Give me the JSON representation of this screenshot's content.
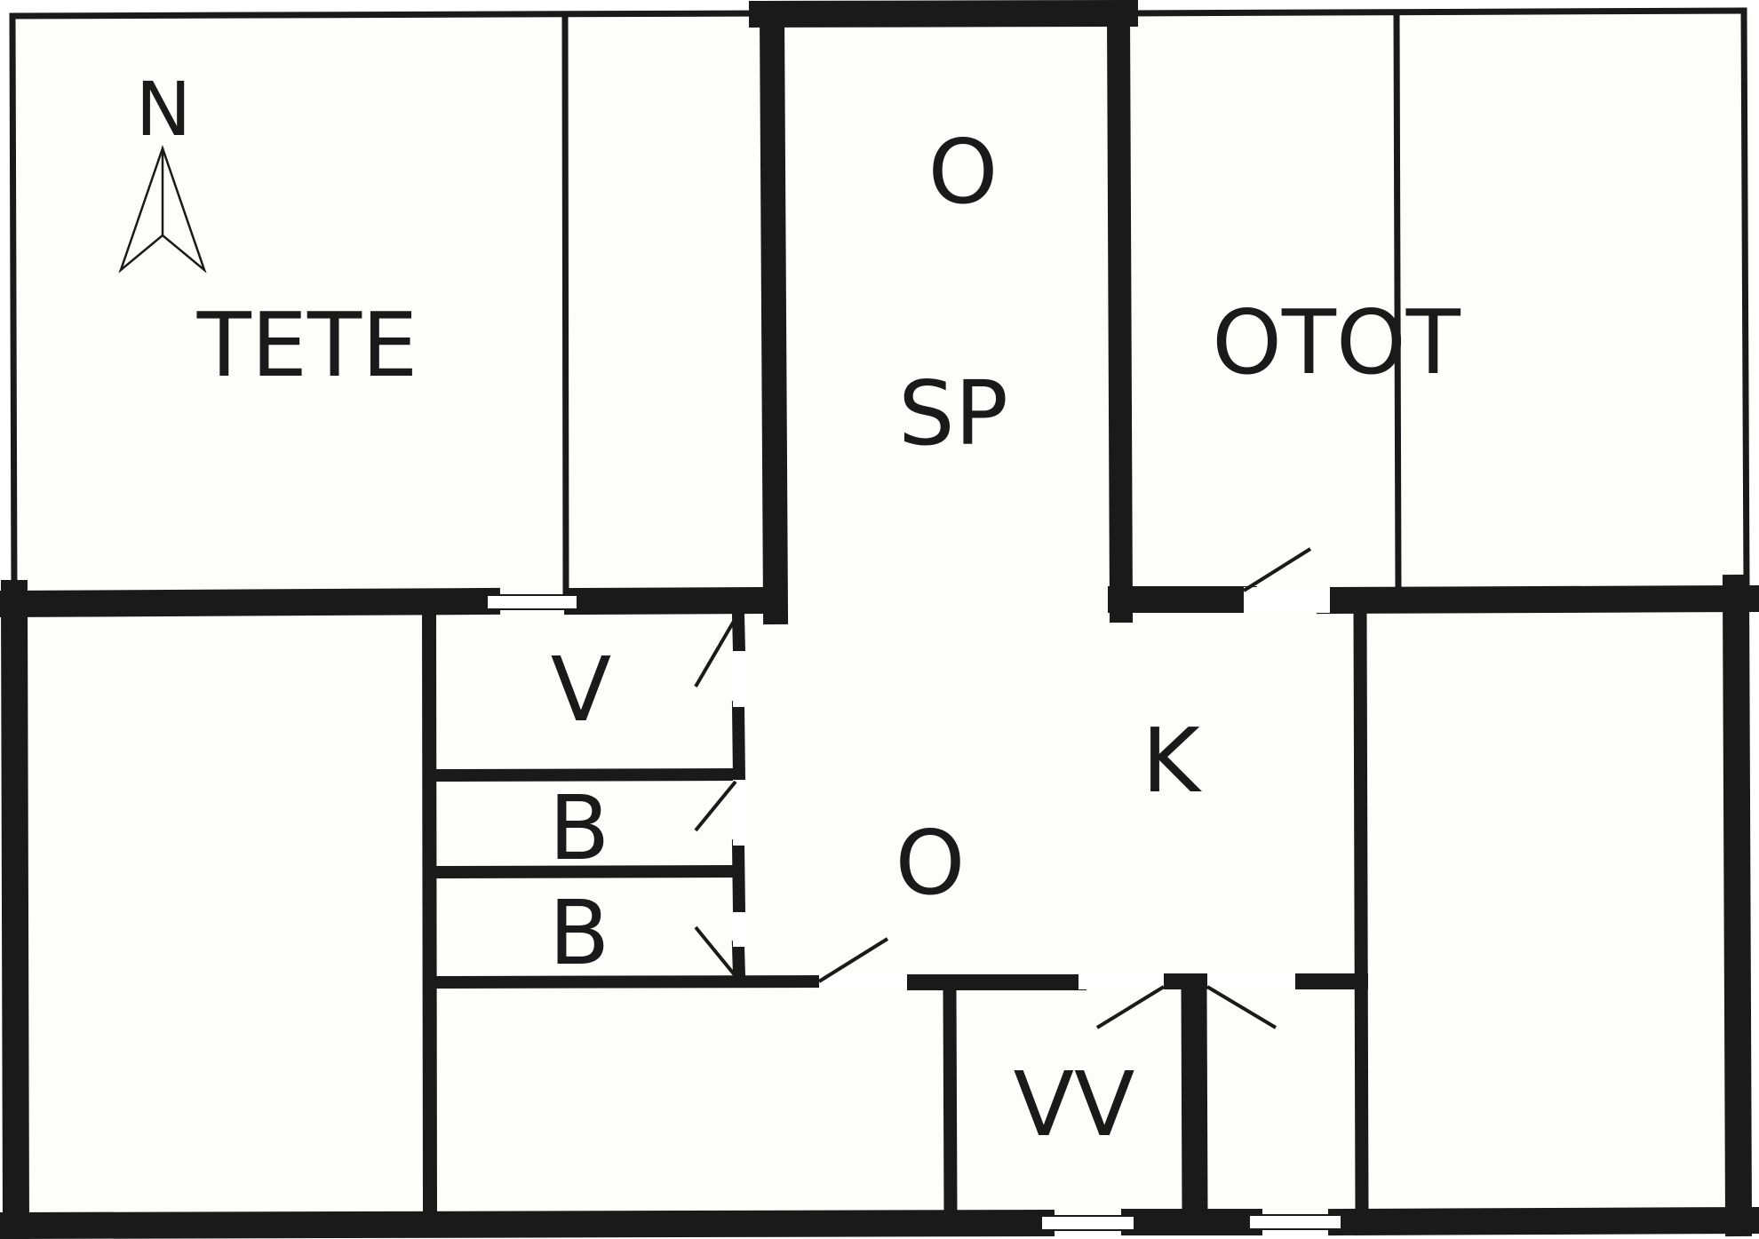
{
  "north_label": "N",
  "rooms": {
    "tete": "TETE",
    "o_top": "O",
    "sp": "SP",
    "otot": "OTOT",
    "v": "V",
    "b1": "B",
    "b2": "B",
    "k": "K",
    "o_bottom": "O",
    "vv": "VV"
  },
  "colors": {
    "wall": "#1a1a1a",
    "floor": "#fdfef9",
    "background": "#ffffff"
  }
}
